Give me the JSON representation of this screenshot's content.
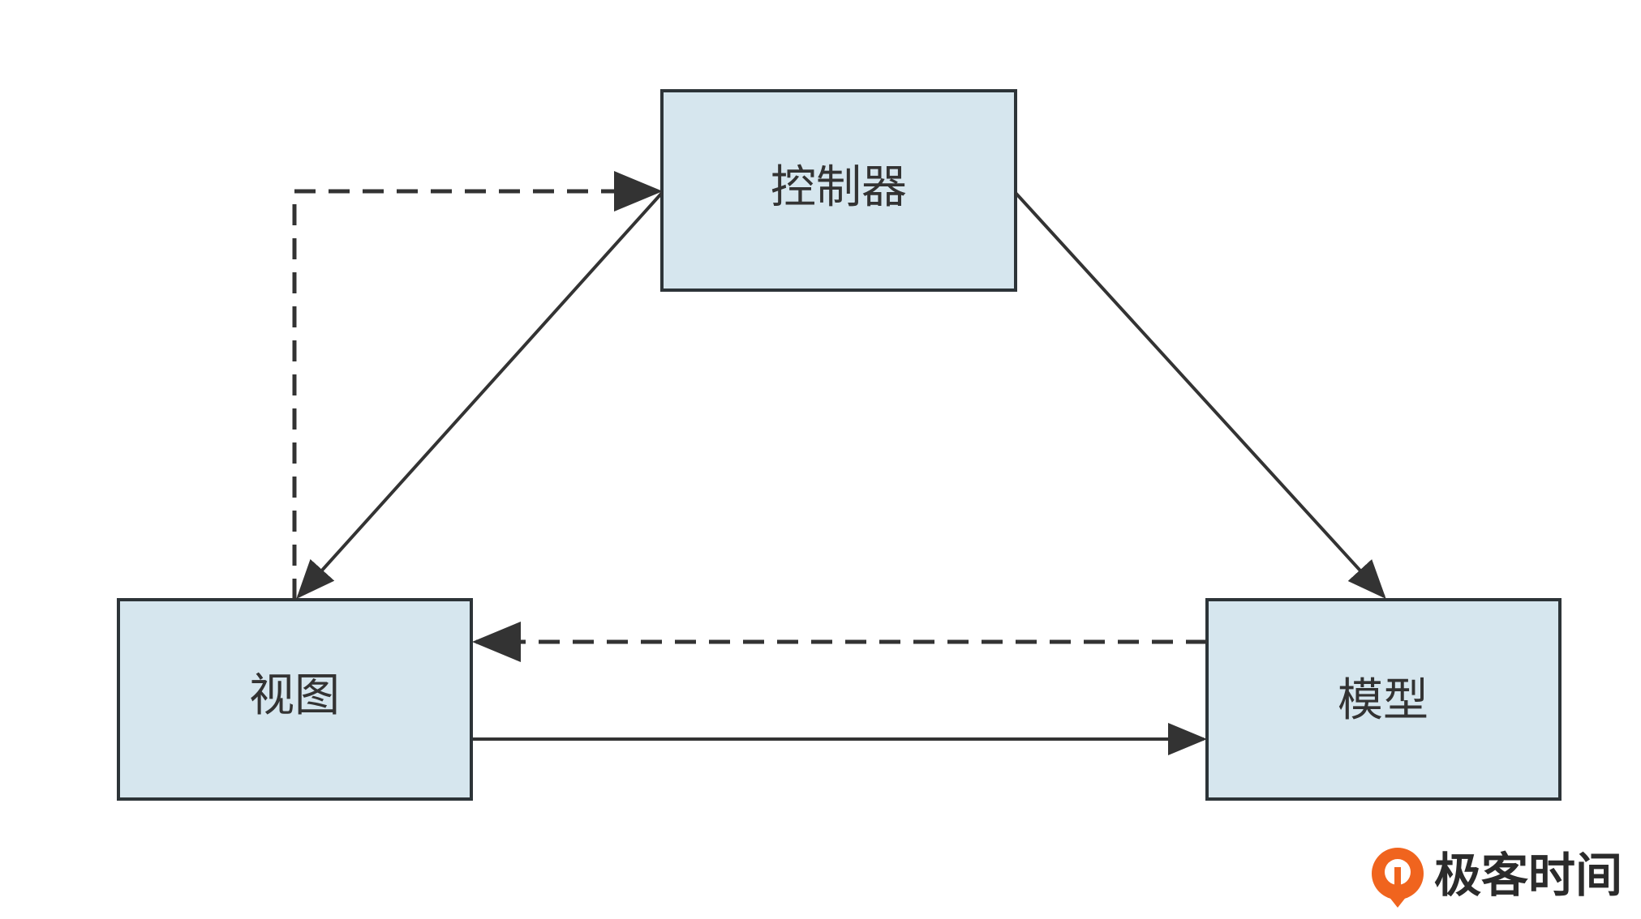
{
  "nodes": {
    "controller": {
      "label": "控制器"
    },
    "view": {
      "label": "视图"
    },
    "model": {
      "label": "模型"
    }
  },
  "brand": {
    "name": "极客时间"
  },
  "colors": {
    "node_fill": "#d6e6ee",
    "node_border": "#2d3438",
    "arrow": "#333333",
    "brand_orange": "#f0641e"
  }
}
